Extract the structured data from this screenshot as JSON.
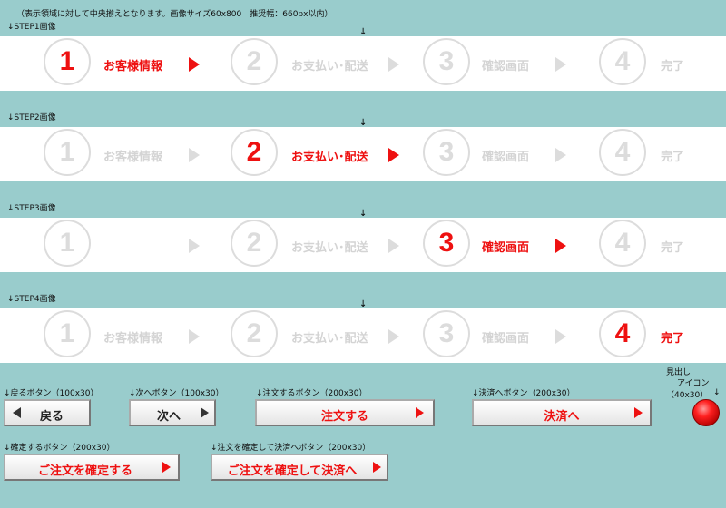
{
  "top_note": "（表示領域に対して中央揃えとなります。画像サイズ60x800　推奨幅：660px以内）",
  "center_marker": "↓",
  "colors": {
    "background": "#99cccc",
    "active": "#ee1111",
    "inactive": "#dcdcdc"
  },
  "steps": [
    {
      "heading": "↓STEP1画像",
      "active_index": 0
    },
    {
      "heading": "↓STEP2画像",
      "active_index": 1
    },
    {
      "heading": "↓STEP3画像",
      "active_index": 2
    },
    {
      "heading": "↓STEP4画像",
      "active_index": 3
    }
  ],
  "step_items": [
    {
      "num": "1",
      "label": "お客様情報"
    },
    {
      "num": "2",
      "label": "お支払い･配送"
    },
    {
      "num": "3",
      "label": "確認画面"
    },
    {
      "num": "4",
      "label": "完了"
    }
  ],
  "buttons": {
    "back": {
      "caption": "↓戻るボタン（100x30）",
      "label": "戻る",
      "icon": "left-triangle-icon"
    },
    "next": {
      "caption": "↓次へボタン（100x30）",
      "label": "次へ",
      "icon": "right-triangle-icon"
    },
    "order": {
      "caption": "↓注文するボタン（200x30）",
      "label": "注文する",
      "icon": "right-triangle-icon"
    },
    "settle": {
      "caption": "↓決済へボタン（200x30）",
      "label": "決済へ",
      "icon": "right-triangle-icon"
    },
    "confirm": {
      "caption": "↓確定するボタン（200x30）",
      "label": "ご注文を確定する",
      "icon": "right-triangle-icon"
    },
    "confirm_settle": {
      "caption": "↓注文を確定して決済へボタン（200x30）",
      "label": "ご注文を確定して決済へ",
      "icon": "right-triangle-icon"
    }
  },
  "heading_icon": {
    "caption_line1": "見出し",
    "caption_line2": "アイコン",
    "caption_line3": "（40x30）",
    "caption_arrow": "↓",
    "icon": "red-ball-icon"
  }
}
